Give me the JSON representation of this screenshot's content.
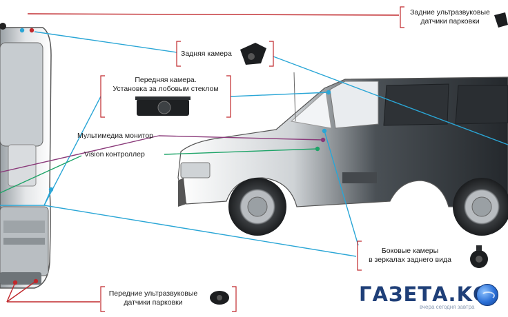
{
  "labels": {
    "rear_sensors": [
      "Задние ультразвуковые",
      "датчики парковки"
    ],
    "rear_camera": "Задняя камера",
    "front_camera": [
      "Передняя камера.",
      "Установка  за лобовым стеклом"
    ],
    "multimedia_monitor": "Мультимедиа монитор",
    "vision_controller": "Vision контроллер",
    "side_cameras": [
      "Боковые камеры",
      "в зеркалах заднего вида"
    ],
    "front_sensors": [
      "Передние ультразвуковые",
      "датчики парковки"
    ]
  },
  "watermark": {
    "brand": "ГАЗЕТА.KG",
    "tagline": "вчера сегодня завтра"
  },
  "colors": {
    "blue_line": "#2aa6d6",
    "red_line": "#c0282c",
    "purple_line": "#8a3a7a",
    "green_line": "#1ea468",
    "bracket_red": "#c0282c",
    "car_body": "#3a3f44"
  }
}
